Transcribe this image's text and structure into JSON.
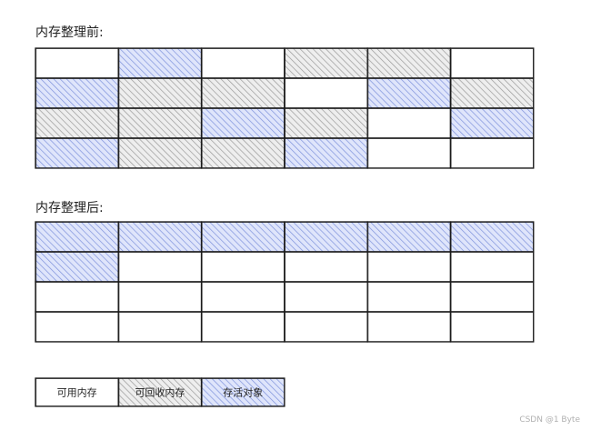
{
  "before": {
    "title": "内存整理前:",
    "cells": [
      [
        "free",
        "live",
        "free",
        "garbage",
        "garbage",
        "free"
      ],
      [
        "live",
        "garbage",
        "garbage",
        "free",
        "live",
        "garbage"
      ],
      [
        "garbage",
        "garbage",
        "live",
        "garbage",
        "free",
        "live"
      ],
      [
        "live",
        "garbage",
        "garbage",
        "live",
        "free",
        "free"
      ]
    ]
  },
  "after": {
    "title": "内存整理后:",
    "cells": [
      [
        "live",
        "live",
        "live",
        "live",
        "live",
        "live"
      ],
      [
        "live",
        "free",
        "free",
        "free",
        "free",
        "free"
      ],
      [
        "free",
        "free",
        "free",
        "free",
        "free",
        "free"
      ],
      [
        "free",
        "free",
        "free",
        "free",
        "free",
        "free"
      ]
    ]
  },
  "legend": [
    {
      "key": "free",
      "label": "可用内存"
    },
    {
      "key": "garbage",
      "label": "可回收内存"
    },
    {
      "key": "live",
      "label": "存活对象"
    }
  ],
  "colors": {
    "free": "#ffffff",
    "garbage": "#d9d9d9",
    "live": "#c3cdf2",
    "stroke": "#1a1a1a"
  },
  "watermark": "CSDN @1 Byte"
}
